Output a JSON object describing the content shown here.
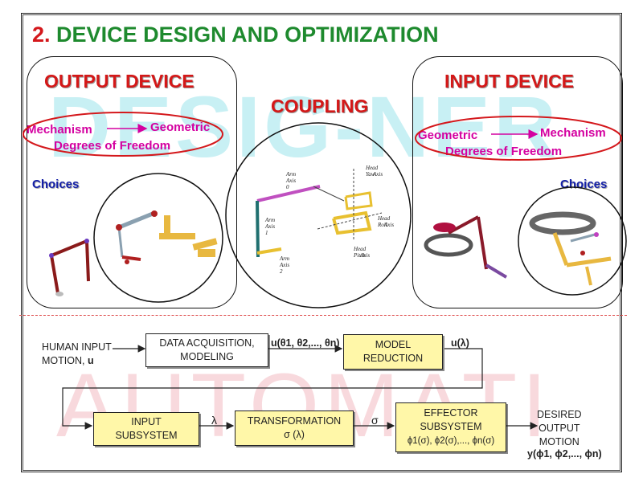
{
  "slide": {
    "title_number": "2.",
    "title_text": "DEVICE DESIGN AND OPTIMIZATION",
    "watermark_top": "DESIG-NER",
    "watermark_bottom": "AUTOMATI"
  },
  "output_panel": {
    "title": "OUTPUT DEVICE",
    "mechanism": "Mechanism",
    "geometric": "Geometric",
    "dof": "Degrees of Freedom",
    "choices": "Choices"
  },
  "coupling_panel": {
    "title": "COUPLING",
    "labels": {
      "arm_axis_0": "Arm Axis 0",
      "arm_axis_1": "Arm Axis 1",
      "arm_axis_2": "Arm Axis 2",
      "head_yaw": "Head Yaw",
      "head_yaw_2": "Axis",
      "head_roll": "Head Roll",
      "head_roll_2": "Axis",
      "head_pitch": "Head Pitch",
      "head_pitch_2": "Axis"
    }
  },
  "input_panel": {
    "title": "INPUT DEVICE",
    "geometric": "Geometric",
    "mechanism": "Mechanism",
    "dof": "Degrees of Freedom",
    "choices": "Choices"
  },
  "flow": {
    "human_input_1": "HUMAN INPUT",
    "human_input_2": "MOTION,",
    "human_input_u": "u",
    "data_acq_1": "DATA ACQUISITION,",
    "data_acq_2": "MODELING",
    "u_theta": "u(θ1, θ2,..., θn)",
    "model_red_1": "MODEL",
    "model_red_2": "REDUCTION",
    "u_lambda": "u(λ)",
    "input_sub_1": "INPUT",
    "input_sub_2": "SUBSYSTEM",
    "lambda": "λ",
    "transform_1": "TRANSFORMATION",
    "transform_2": "σ (λ)",
    "sigma": "σ",
    "effector_1": "EFFECTOR",
    "effector_2": "SUBSYSTEM",
    "effector_3": "ϕ1(σ), ϕ2(σ),..., ϕn(σ)",
    "desired_1": "DESIRED",
    "desired_2": "OUTPUT",
    "desired_3": "MOTION",
    "y_phi": "y(ϕ1, ϕ2,..., ϕn)"
  },
  "colors": {
    "title_green": "#1e8a2e",
    "title_red": "#d4181c",
    "magenta": "#d400a0",
    "choices_blue": "#1420a8",
    "box_yellow": "#fff7a8"
  }
}
